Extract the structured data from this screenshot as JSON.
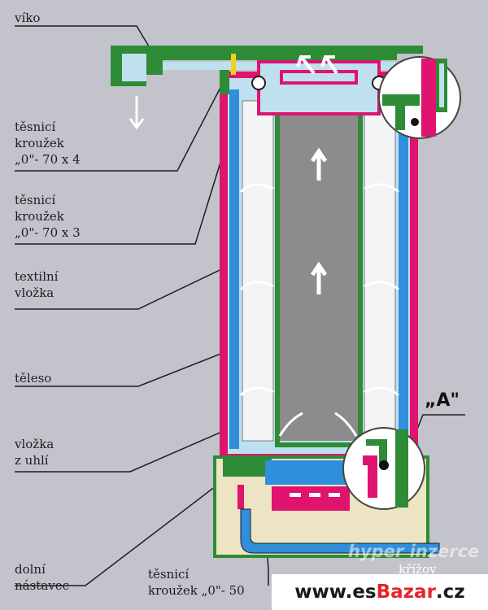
{
  "labels": {
    "lid": "víko",
    "seal_upper": "těsnicí\nkroužek\n„0\"- 70 x 4",
    "seal_lower": "těsnicí\nkroužek\n„0\"- 70 x 3",
    "textile_insert": "textilní\nvložka",
    "body": "těleso",
    "carbon_insert": "vložka\nz uhlí",
    "bottom_attachment": "dolní\nnástavec",
    "bottom_seal": "těsnicí\nkroužek „0\"- 50",
    "cross_partial": "křížov"
  },
  "callout": "„A\"",
  "watermark": {
    "brand_prefix": "www.es",
    "brand_accent": "Bazar",
    "brand_suffix": ".cz",
    "faint": "hyper inzerce"
  },
  "colors": {
    "background": "#c3c3cb",
    "green": "#2e8b36",
    "magenta": "#e0136f",
    "light_blue": "#bfe0ef",
    "blue": "#2f8fdc",
    "gray_carbon": "#8c8c8c",
    "white_textile": "#f4f4f4",
    "tan_base": "#ece4c2"
  }
}
